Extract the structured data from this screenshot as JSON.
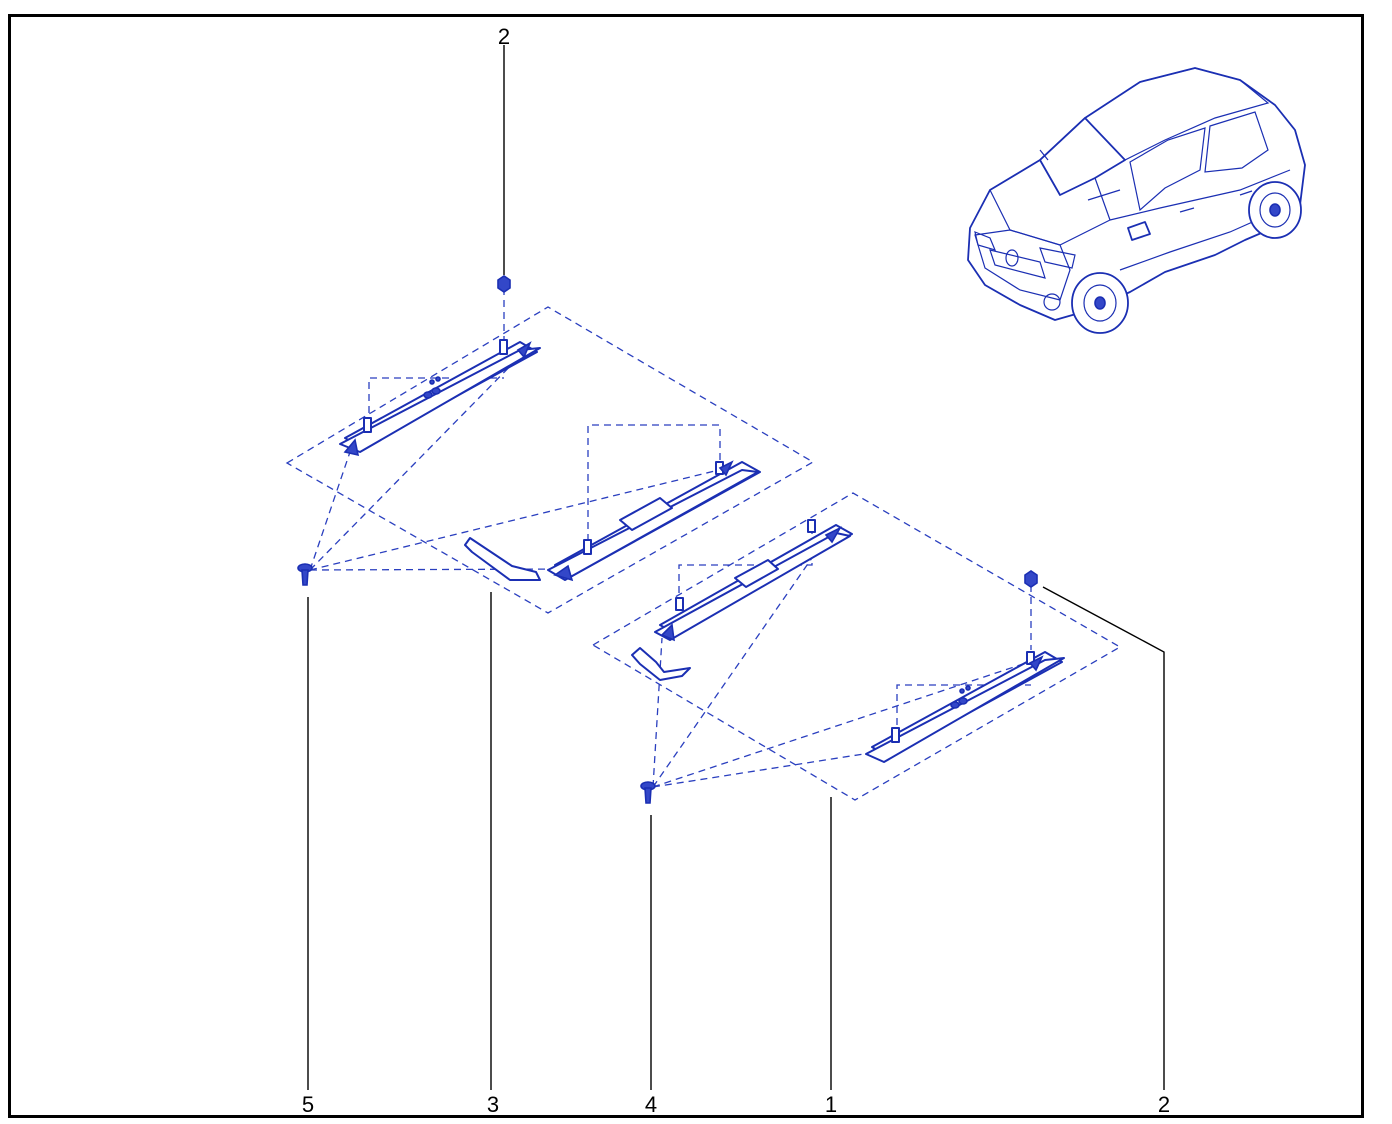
{
  "callouts": {
    "top_nut": "2",
    "right_nut": "2",
    "bolt_left": "5",
    "rail_left": "3",
    "bolt_right": "4",
    "rail_right": "1"
  },
  "colors": {
    "line": "#1b2fb3",
    "dash": "#2a3fbf",
    "frame": "#000000"
  },
  "icons": [
    "car-icon",
    "nut-icon",
    "bolt-icon",
    "seat-rail-icon",
    "lever-icon"
  ]
}
